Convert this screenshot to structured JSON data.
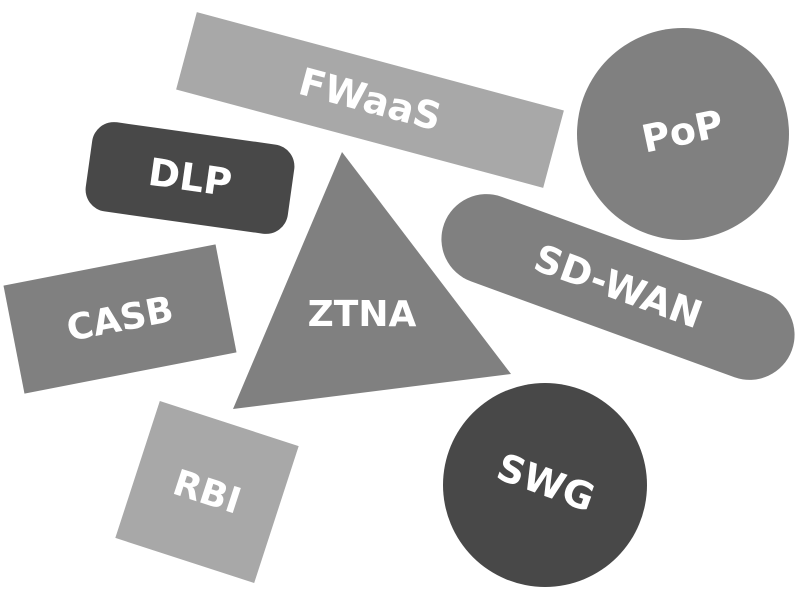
{
  "colors": {
    "light": "#a8a8a8",
    "medium": "#808080",
    "dark": "#484848",
    "text": "#ffffff"
  },
  "shapes": {
    "fwaas": {
      "label": "FWaaS",
      "tone": "light"
    },
    "pop": {
      "label": "PoP",
      "tone": "medium"
    },
    "dlp": {
      "label": "DLP",
      "tone": "dark"
    },
    "ztna": {
      "label": "ZTNA",
      "tone": "medium"
    },
    "sdwan": {
      "label": "SD-WAN",
      "tone": "medium"
    },
    "casb": {
      "label": "CASB",
      "tone": "medium"
    },
    "rbi": {
      "label": "RBI",
      "tone": "light"
    },
    "swg": {
      "label": "SWG",
      "tone": "dark"
    }
  }
}
